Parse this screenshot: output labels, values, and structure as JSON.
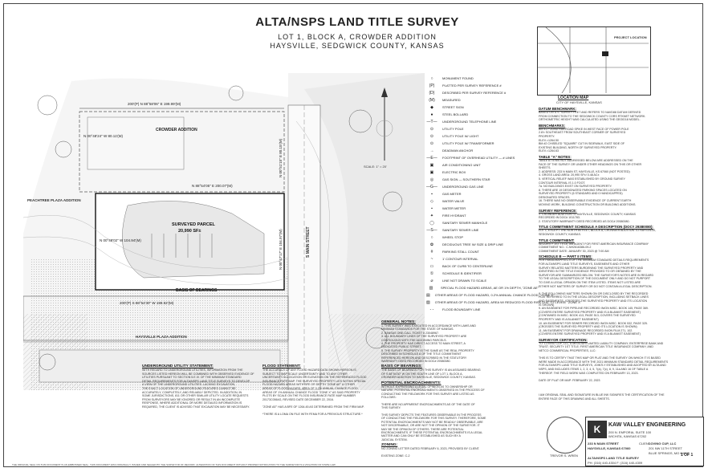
{
  "header": {
    "title": "ALTA/NSPS LAND TITLE SURVEY",
    "subtitle1": "LOT 1, BLOCK A, CROWDER ADDITION",
    "subtitle2": "HAYSVILLE, SEDGWICK COUNTY, KANSAS"
  },
  "plat": {
    "parcel_label": "CROWDER ADDITION",
    "surveyed_parcel": "SURVEYED PARCEL",
    "area": "20,990 SF±",
    "west_label": "PEACHTREE PLAZA ADDITION",
    "south_label": "HAYSVILLE PLAZA ADDITION",
    "street": "S MAIN STREET",
    "basis": "BASIS OF BEARINGS",
    "dims": {
      "top": "200'(P) N 88°58'06\" E 199.99'(M)",
      "mid": "N 88°54'05\" E 200.07'(M)",
      "west": "N 00°49'02\" W 104.94'(M)",
      "west_top": "N 00°48'24\" W 80.11'(M)",
      "bottom": "200'(P) S 88°54'30\" W 199.92'(M)",
      "east": "N 00°47'17\" E 104.97'(M)",
      "east_top": "N 00°51'15\" E 80.15'(M)"
    }
  },
  "legend": {
    "items": [
      {
        "sym": "○",
        "label": "MONUMENT FOUND"
      },
      {
        "sym": "(P)",
        "label": "PLATTED PER SURVEY REFERENCE #"
      },
      {
        "sym": "(D)",
        "label": "DESCRIBED PER SURVEY REFERENCE #"
      },
      {
        "sym": "(M)",
        "label": "MEASURED"
      },
      {
        "sym": "◆",
        "label": "STREET SIGN"
      },
      {
        "sym": "●",
        "label": "STEEL BOLLARD"
      },
      {
        "sym": "—T—",
        "label": "UNDERGROUND TELEPHONE LINE"
      },
      {
        "sym": "⊙",
        "label": "UTILITY POLE"
      },
      {
        "sym": "⊙",
        "label": "UTILITY POLE W/ LIGHT"
      },
      {
        "sym": "⊙",
        "label": "UTILITY POLE W/ TRANSFORMER"
      },
      {
        "sym": "→",
        "label": "DEADMAN ANCHOR"
      },
      {
        "sym": "—E—",
        "label": "FOOTPRINT OF OVERHEAD UTILITY — # LINES"
      },
      {
        "sym": "▣",
        "label": "AIR CONDITIONING UNIT"
      },
      {
        "sym": "▣",
        "label": "ELECTRIC BOX"
      },
      {
        "sym": "◎",
        "label": "GAS SIGN — SOUTHERN STAR"
      },
      {
        "sym": "—G—",
        "label": "UNDERGROUND GAS LINE"
      },
      {
        "sym": "▪",
        "label": "GAS METER"
      },
      {
        "sym": "◇",
        "label": "WATER VALVE"
      },
      {
        "sym": "▪",
        "label": "WATER METER"
      },
      {
        "sym": "✦",
        "label": "FIRE HYDRANT"
      },
      {
        "sym": "◯",
        "label": "SANITARY SEWER MANHOLE"
      },
      {
        "sym": "—S—",
        "label": "SANITARY SEWER LINE"
      },
      {
        "sym": "○",
        "label": "WHEEL STOP"
      },
      {
        "sym": "✿",
        "label": "DECIDUOUS TREE W/ SIZE & DRIP LINE"
      },
      {
        "sym": "#",
        "label": "PARKING STALL COUNT"
      },
      {
        "sym": "~",
        "label": "1' CONTOUR INTERVAL"
      },
      {
        "sym": "▭",
        "label": "BACK OF CURB TO CENTERLINE"
      },
      {
        "sym": "①",
        "label": "SCHEDULE B IDENTIFIER"
      },
      {
        "sym": "⌀",
        "label": "LINE NOT DRAWN TO SCALE"
      },
      {
        "sym": "▥",
        "label": "SPECIAL FLOOD HAZARD AREAS, AE OR 1% DEPTH, \"ZONE AE\""
      },
      {
        "sym": "▤",
        "label": "OTHER AREAS OF FLOOD HAZARD, 0.2% ANNUAL CHANCE FLOOD, \"ZONE X\""
      },
      {
        "sym": "▧",
        "label": "OTHER AREAS OF FLOOD HAZARD, AREA W/ REDUCED FLOOD RISK DUE TO LEVEE, \"ZONE X\""
      },
      {
        "sym": "- -",
        "label": "FLOOD BOUNDARY LINE"
      }
    ]
  },
  "location_map": {
    "label": "PROJECT LOCATION",
    "caption": "LOCATION MAP",
    "caption2": "CITY OF HAYSVILLE, KANSAS"
  },
  "right_col": {
    "datum_h": "DATUM BENCHMARK:",
    "datum": [
      "BASED ON U.S. SURVEY FEET AND REFERS TO NAVD88 DATUM DERIVED",
      "FROM CONNECTION TO THE SEDGWICK COUNTY CORS RTKNET NETWORK.",
      "ORTHOMETRIC HEIGHT WAS CALCULATED USING THE GEOID18 MODEL."
    ],
    "bench_h": "BENCHMARKS:",
    "bench": [
      "BM #1  FOUND RAILROAD SPIKE IN WEST FACE OF POWER POLE",
      "          2.8'± SOUTHEAST FROM SOUTHEAST CORNER OF SURVEYED",
      "          PROPERTY.",
      "ELEV.=1264.50",
      "BM #2  CHISELED \"SQUARE\" CUT IN SIDEWALK, EAST SIDE OF",
      "          EXISTING BUILDING, NORTH OF SURVEYED PROPERTY.",
      "ELEV.=1264.63"
    ],
    "table_h": "TABLE \"A\" NOTES:",
    "table": [
      "TABLE A ITEMS NOT ADDRESSED BELOW ARE ADDRESSED ON THE",
      "FACE OF THE SURVEY OR UNDER OTHER HEADINGS ON THIS OR OTHER",
      "SHEETS.",
      "2.   ADDRESS: 233 N MAIN ST, HAYSVILLE, KS 67060 (NOT POSTED)",
      "4.   GROSS LAND AREA: 20,990 SF±/ 0.48 AC±",
      "5.   VERTICAL RELIEF WAS ESTABLISHED BY GROUND SURVEY",
      "      CONTOUR INTERVAL IS 1.0 FOOT.",
      "7a.  NO BUILDINGS EXIST ON SURVEYED PROPERTY.",
      "8.   THERE ARE 19 DESIGNATED PARKING SPACES LOCATED ON",
      "      SURVEYED PROPERTY (6 STANDARD AND 0 HANDICAPPED)",
      "      DESIGNATED SPACES.",
      "16.  THERE WAS NO OBSERVABLE EVIDENCE OF CURRENT EARTH",
      "      MOVING WORK, BUILDING CONSTRUCTION OR BUILDING ADDITIONS."
    ],
    "ref_h": "SURVEY REFERENCE:",
    "ref": [
      "1.   CROWDER ADDITION TO HAYSVILLE, SEDGWICK COUNTY, KANSAS",
      "      RECORDED IN DOC# 1011783.",
      "2.   STATUTORY WARRANTY DEED RECORDED AS DOC# 29380080."
    ],
    "desc_h": "TITLE COMMITMENT SCHEDULE A DESCRIPTION (DOC# 29380080):",
    "desc": [
      "LOT 1, EXCEPT THE NORTH 80 FEET, BLOCK A, CROWDER ADDITION TO HAYSVILLE,",
      "SEDGWICK COUNTY, KANSAS."
    ],
    "tc_h": "TITLE COMMITMENT:",
    "tc": [
      "SECURITY 1ST TITLE, AN AGENT FOR FIRST AMERICAN INSURANCE COMPANY",
      "COMMITMENT NO.: C-NH2616386-09-2",
      "COMMITMENT DATE: JANUARY 30, 2023 @ 7:00 AM"
    ],
    "schb_h": "SCHEDULE B — PART II ITEMS:",
    "schb": [
      "PER PARAGRAPH 6.C.ii OF THE MINIMUM STANDARD DETAILS REQUIREMENTS",
      "FOR ALTA/NSPS LAND TITLE SURVEYS, EASEMENTS AND OTHER",
      "SURVEY-RELATED MATTERS BURDENING THE SURVEYED PROPERTY AND",
      "IDENTIFIED IN THE TITLE EVIDENCE PROVIDED TO OR OBTAINED BY THE",
      "SURVEYOR ARE SUMMARIZED BELOW. THE SURVEYOR'S NOTES ARE IN REGARD",
      "TO THE LEGAL DESCRIPTION OF THE DOCUMENT ONLY AND DO NOT PURPORT",
      "TO GIVE A LEGAL OPINION ON THE ITEM LISTED. ITEMS NOT LISTED ARE",
      "EITHER NOT MATTERS OF SURVEY OR DO NOT CONTAIN A LEGAL DESCRIPTION.",
      "",
      "8.  THE FOLLOWING MATTERS SHOWN ON OR DISCLOSED BY THE RECORDED",
      "     PLAT REFERRED TO IN THE LEGAL DESCRIPTION, INCLUDING SETBACK LINES",
      "     AND EASEMENTS. (CROSSES THE SURVEYED PROPERTY AND ITS LOCATION",
      "     IS SHOWN)",
      "9.  AN EASEMENT FOR PIPELINE RECORDED IN/ON MISC. BOOK 145, PAGE 369.",
      "     (COVERS ENTIRE SURVEYED PROPERTY AND IS A BLANKET EASEMENT)",
      "     (CONTAINED IN MISC. BOOK 413, PAGE 513; COVERS THE SURVEYED",
      "     PROPERTY AND IS A BLANKET EASEMENT)",
      "10. AN EASEMENT FOR SEWER RECORDED IN/ON MISC. BOOK 532, PAGE 325.",
      "     (CROSSES THE SURVEYED PROPERTY AND ITS LOCATION IS SHOWN)",
      "11. AN EASEMENT FOR DRAINAGE RECORDED IN/ON FILM 271, 102.",
      "     (COVERS ENTIRE SURVEYED PROPERTY AND IS A BLANKET EASEMENT)"
    ],
    "cert_h": "SURVEYOR CERTIFICATION:",
    "cert": [
      "TO: LOVING CUP, LLC, A MISSOURI LIMITED LIABILITY COMPANY; ENTERPRISE BANK AND",
      "TRUST; SECURITY 1ST TITLE; FIRST AMERICAN TITLE INSURANCE COMPANY; AND",
      "NETCO COMMERCIAL PROPERTIES, LLC:",
      "",
      "THIS IS TO CERTIFY THAT THIS MAP OR PLAT AND THE SURVEY ON WHICH IT IS BASED",
      "WERE MADE IN ACCORDANCE WITH THE 2021 MINIMUM STANDARD DETAIL REQUIREMENTS",
      "FOR ALTA/NSPS LAND TITLE SURVEYS, JOINTLY ESTABLISHED AND ADOPTED BY ALTA AND",
      "NSPS, AND INCLUDES ITEMS 1, 2, 3, 4, 5, 7(a), 7(c), 8, 9, 11a AND 16 OF TABLE A",
      "THEREOF. THE FIELD WORK WAS COMPLETED ON FEBRUARY 13, 2023.",
      "",
      "DATE OF PLAT OR MAP:  FEBRUARY 22, 2023",
      "",
      "",
      "",
      "I AM ORIGINAL SEAL AND SIGNATURE IN BLUE INK SIGNIFIES THE CERTIFICATION OF THE",
      "ENTIRE FACE OF THIS DRAWING AND ALL SHEETS."
    ]
  },
  "middle_notes": {
    "gen_h": "GENERAL NOTES:",
    "gen": [
      "1.  THIS SURVEY WAS EXECUTED IN ACCORDANCE WITH LAWS AND",
      "     MINIMUM STANDARDS FOR THE STATE OF KANSAS.",
      "2.  KANSAS ONE-CALL TICKET # 23048967.",
      "3.  ALL BOUNDARY LINES OF THE SURVEYED PROPERTY ARE",
      "     CONTIGUOUS WITH THE ADJOINING PARCELS.",
      "4.  THE PROPERTY HAS DIRECT ACCESS TO MAIN STREET, A",
      "     DEDICATED PUBLIC STREET.",
      "5.  THE SURVEY PROPERTY IS THE SAME AS THE REAL PROPERTY",
      "     DESCRIBED IN SCHEDULE A OF THE TITLE COMMITMENT",
      "     REFERENCED HEREON AND DESCRIBED IN THE STATUTORY",
      "     WARRANTY DEED RECORDED IN DOC# 29380080."
    ],
    "bob_h": "BASIS OF BEARINGS:",
    "bob": [
      "THE BASIS OF BEARINGS FOR THIS SURVEY IS AN ASSUMED BEARING",
      "OF S 88°54'30\" W ON THE SOUTH LINE OF LOT 1, BLOCK A,",
      "CROWDER ADDITION TO HAYSVILLE, SEDGWICK COUNTY, KANSAS."
    ],
    "enc_h": "POTENTIAL ENCROACHMENTS:",
    "enc": [
      "WITHOUT EXPRESSING A LEGAL OPINION AS TO OWNERSHIP OR",
      "NATURE, POTENTIAL ENCROACHMENTS OBSERVED IN THE PROCESS OF",
      "CONDUCTING THE FIELDWORK FOR THIS SURVEY ARE LISTED AS",
      "FOLLOWS:",
      "",
      "THERE ARE NO APPARENT ENCROACHMENTS AS OF THE DATE OF",
      "THIS SURVEY.",
      "",
      "THIS SURVEY DEPICTS THE FEATURES OBSERVABLE IN THE PROCESS",
      "OF CONDUCTING THE FIELDWORK FOR THIS SURVEY. THEREFORE, SOME",
      "POTENTIAL ENCROACHMENTS MAY NOT BE READILY OBSERVABLE, ARE",
      "NOT DISCERNABLE, OR ARE NOT THE OPINION OF THE SURVEYOR. IT",
      "MAY BE THE OPINION OF OTHERS. THERE ARE POTENTIAL",
      "ENCROACHMENTS. IF THESE POTENTIAL ENCROACHMENTS IS A LEGAL",
      "MATTER AND CAN ONLY BE ESTABLISHED AS SUCH BY A",
      "JUDICIAL SYSTEM."
    ],
    "zone_h": "ZONING:",
    "zone": [
      "NO ZONING LETTER DATED FEBRUARY 6, 2023, PROVIDED BY CLIENT.",
      "",
      "EXISTING ZONE:  C-2"
    ]
  },
  "bottom_left": {
    "util_h": "UNDERGROUND UTILITY STATEMENT:",
    "util": [
      "WITH REGARD TO UNDERGROUND UTILITIES, INFORMATION FROM THE",
      "SOURCES LISTED HEREON WILL BE COMBINED WITH OBSERVED EVIDENCE OF",
      "UTILITIES PURSUANT TO SECTION 5.E.IV. OF THE MINIMUM STANDARD",
      "DETAIL REQUIREMENTS FOR ALTA/NSPS LAND TITLE SURVEYS TO DEVELOP",
      "A VIEW OF THE UNDERGROUND UTILITIES. LACKING EXCAVATION,",
      "THE EXACT LOCATION OF UNDERGROUND FEATURES CANNOT BE",
      "ACCURATELY, COMPLETELY, AND RELIABLY DEPICTED. IN ADDITION, IN",
      "SOME JURISDICTIONS, 811 OR OTHER SIMILAR UTILITY LOCATE REQUESTS",
      "FROM SURVEYORS MAY BE IGNORED OR RESULT IN AN INCOMPLETE",
      "RESPONSE, WHERE ADDITIONAL OR MORE DETAILED INFORMATION IS",
      "REQUIRED, THE CLIENT IS ADVISED THAT EXCAVATION MAY BE NECESSARY."
    ],
    "flood_h": "FLOOD STATEMENT:",
    "flood": [
      "THE ACCURACY OF ANY FLOOD HAZARD DATA SHOWN HEREON IS",
      "SUBJECT TO MAP SCALE UNCERTAINTY AND TO ANY OTHER",
      "UNCERTAINTY IN LOCATION OR ELEVATION ON THE REFERENCED FLOOD",
      "INSURANCE RATE MAP. THE SURVEYED PROPERTY LIES WITHIN SPECIAL",
      "FLOOD HAZARD AREAS WITH BFE OR DEPTH \"ZONE AE\" & OTHER",
      "AREAS OF FLOOD HAZARD, AREA OF 0.2% ANNUAL CHANCE FLOOD,",
      "AREAS OF 1% ANNUAL CHANCE FLOOD \"ZONE X\" AS SAID PROPERTY",
      "PLOTS BY SCALE ON THE FLOOD INSURANCE RATE MAP NUMBER",
      "20173C0564G, REVISED DATE DECEMBER 22, 2016.",
      "",
      "\"ZONE AE\" HAS A BFE OF 1264.45 AS DETERMINED FROM THE FIRM MAP.",
      "",
      "*THERE IS A LOMA ON FILE WITH FEMA FOR A PREVIOUS STRUCTURE.*"
    ]
  },
  "title_block": {
    "company": "KAW VALLEY ENGINEERING",
    "client_label": "CLIENT:",
    "client": "LOVING CUP, LLC",
    "client_addr1": "201 NW 11TH STREET",
    "client_addr2": "BLUE SPRINGS, MO 64015",
    "site_addr1": "233 N MAIN STREET",
    "site_addr2": "HAYSVILLE, KANSAS 67060",
    "survey_type": "ALTA/NSPS LAND TITLE SURVEY",
    "office": "200 N. EMPORIA, SUITE 100",
    "office2": "WICHITA, KANSAS 67202",
    "phone": "PH: (316) 440-4304   F: (316) 440-4309",
    "surveyor": "TREVOR S. WREN",
    "sheet": "1 OF 1"
  },
  "scale": {
    "label": "SCALE: 1\" = 20'"
  },
  "footer": "THE ORIGINAL SEAL ON THIS DOCUMENT IS AN EMBOSSED SEAL. THIS DOCUMENT WAS ORIGINALLY ISSUED AND SEALED BY THE SURVEYOR OF RECORD. ALTERATION OF THIS DOCUMENT WITHOUT PROPER NOTIFICATION TO THE SURVEYOR IS A VIOLATION OF STATE LAW."
}
